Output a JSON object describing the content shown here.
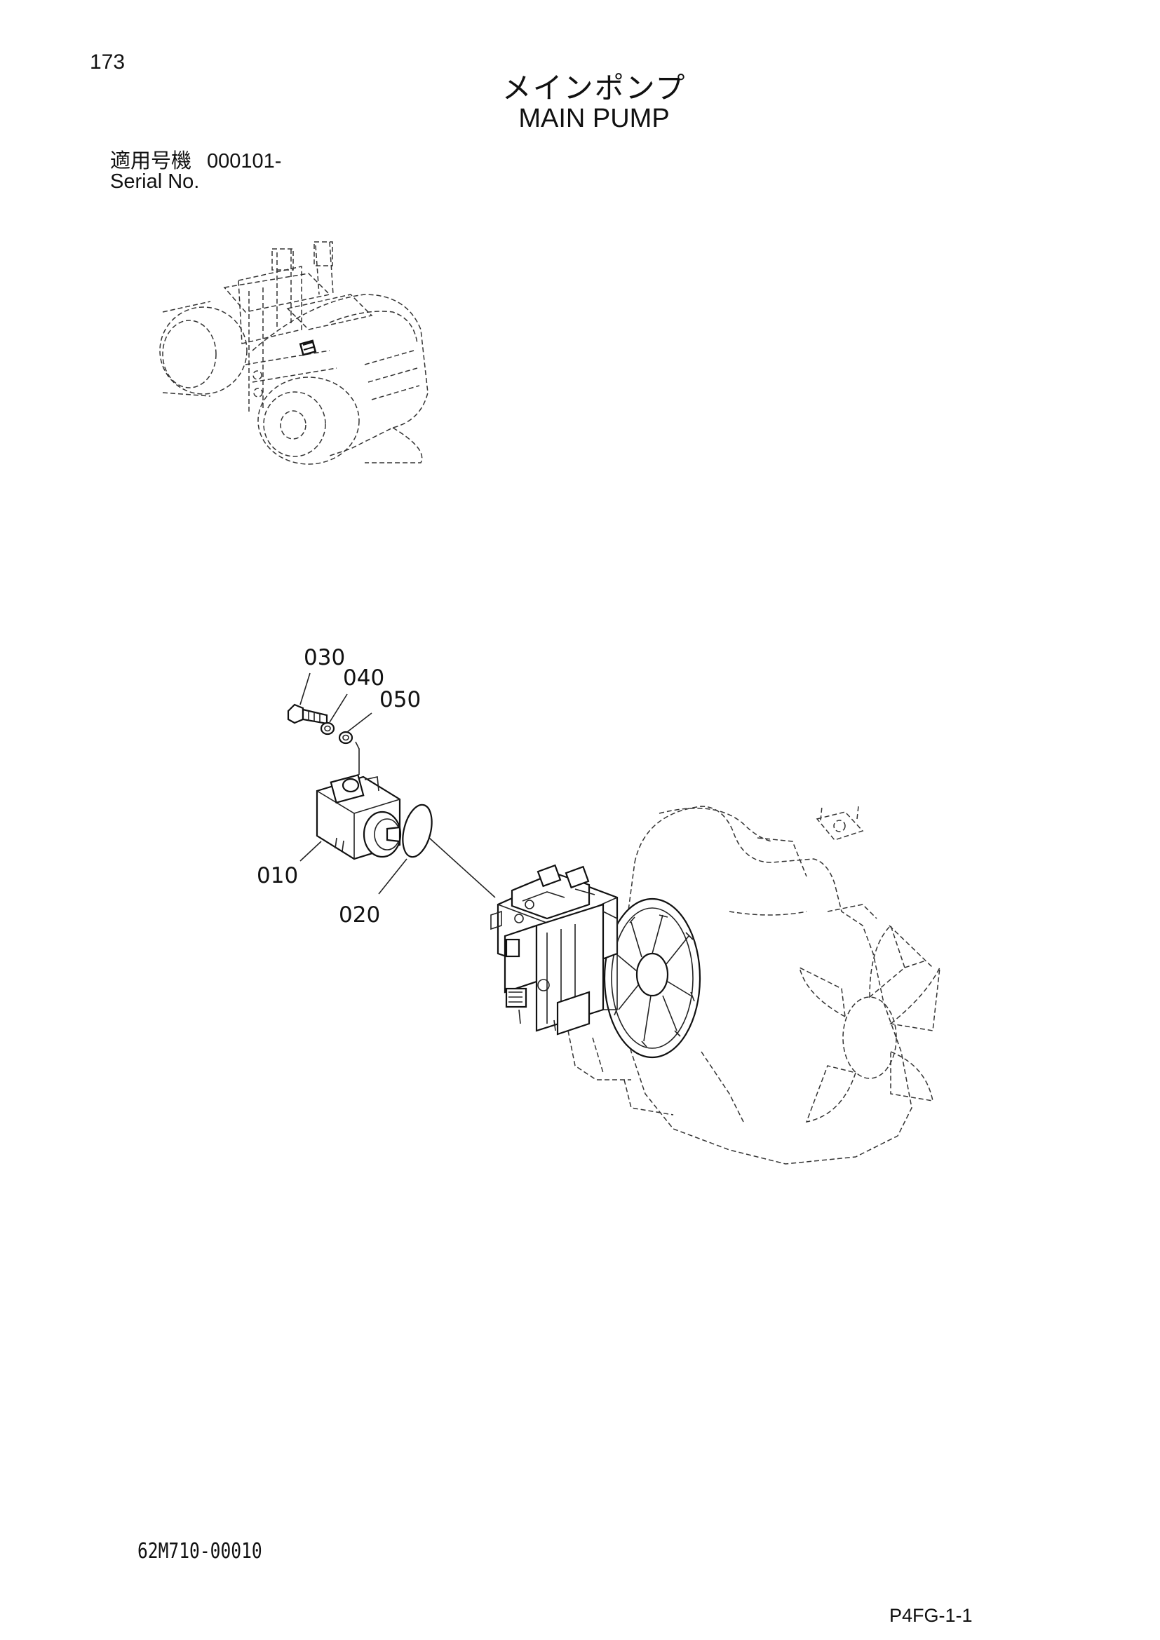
{
  "page": {
    "number": "173"
  },
  "title": {
    "japanese": "メインポンプ",
    "english": "MAIN PUMP"
  },
  "serial": {
    "label_jp": "適用号機",
    "value": "000101-",
    "label_en": "Serial No."
  },
  "callouts": [
    "030",
    "040",
    "050",
    "010",
    "020"
  ],
  "footer": {
    "drawing_code": "62M710-00010",
    "sheet_code": "P4FG-1-1"
  }
}
